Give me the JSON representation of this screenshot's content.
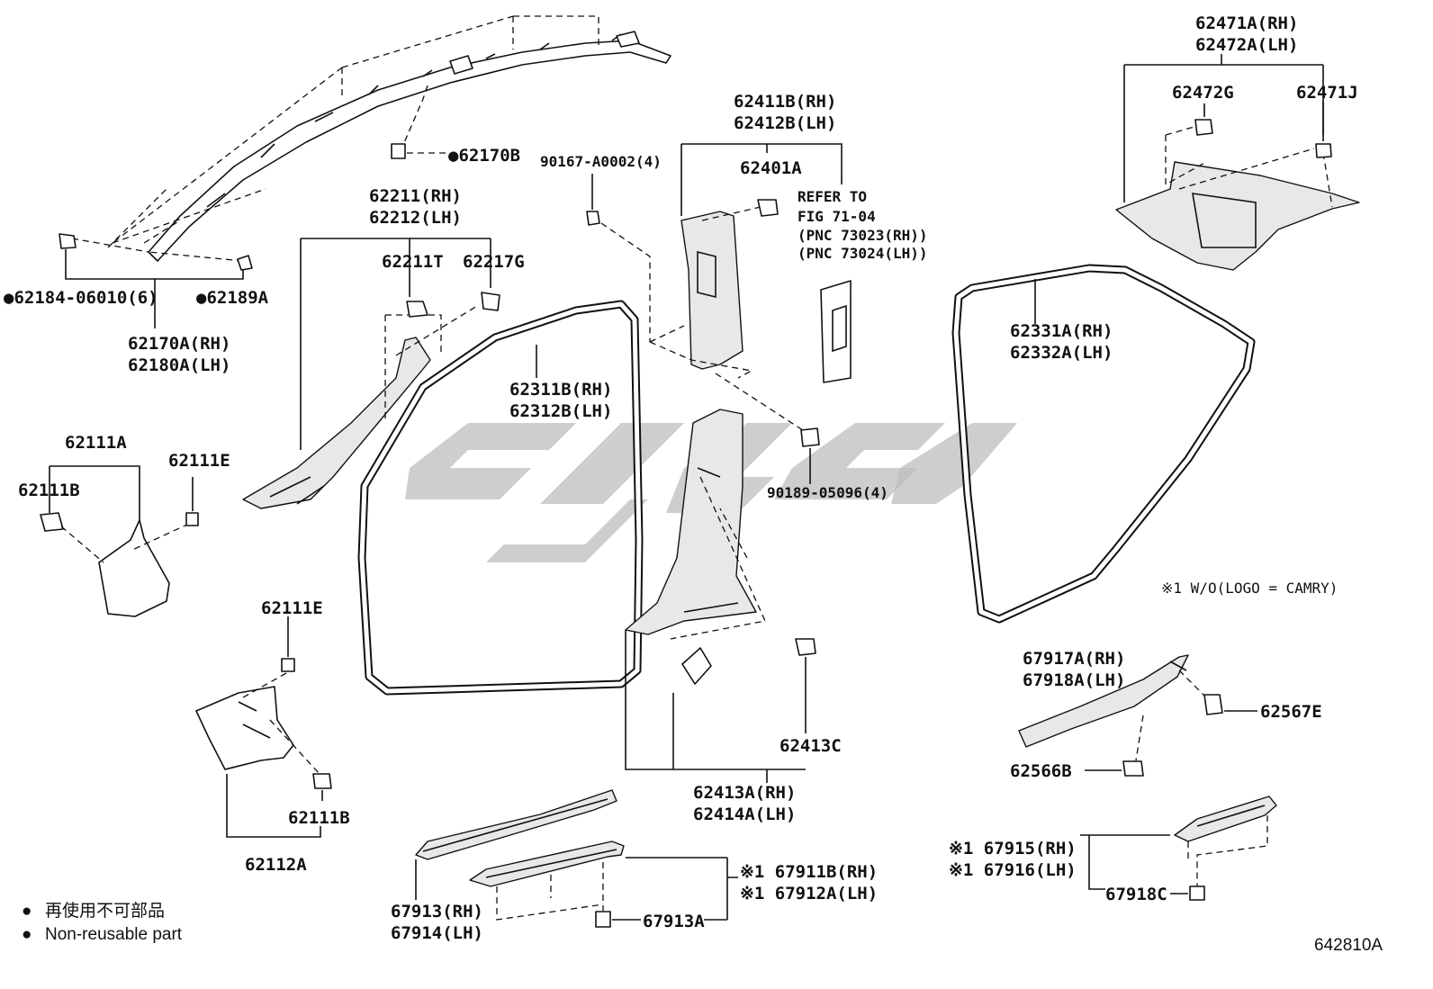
{
  "diagram_id": "642810A",
  "legend": {
    "bullet_glyph": "●",
    "text_jp": "再使用不可部品",
    "text_en": "Non-reusable part"
  },
  "note": "※1 W/O(LOGO = CAMRY)",
  "reference": {
    "line1": "REFER TO",
    "line2": "FIG 71-04",
    "line3": "(PNC 73023(RH))",
    "line4": "(PNC 73024(LH))"
  },
  "labels": {
    "p62184": "●62184-06010(6)",
    "p62189A": "●62189A",
    "p62170B": "●62170B",
    "p62170A_rh": "62170A(RH)",
    "p62180A_lh": "62180A(LH)",
    "p62211_rh": "62211(RH)",
    "p62212_lh": "62212(LH)",
    "p62211T": "62211T",
    "p62217G": "62217G",
    "p62111A": "62111A",
    "p62111B_top": "62111B",
    "p62111E_top": "62111E",
    "p62111E_mid": "62111E",
    "p62111B_low": "62111B",
    "p62112A": "62112A",
    "p90167": "90167-A0002(4)",
    "p62311B_rh": "62311B(RH)",
    "p62312B_lh": "62312B(LH)",
    "p62411B_rh": "62411B(RH)",
    "p62412B_lh": "62412B(LH)",
    "p62401A": "62401A",
    "p90189": "90189-05096(4)",
    "p62413C": "62413C",
    "p62413A_rh": "62413A(RH)",
    "p62414A_lh": "62414A(LH)",
    "p62471A_rh": "62471A(RH)",
    "p62472A_lh": "62472A(LH)",
    "p62472G": "62472G",
    "p62471J": "62471J",
    "p62331A_rh": "62331A(RH)",
    "p62332A_lh": "62332A(LH)",
    "p67917A_rh": "67917A(RH)",
    "p67918A_lh": "67918A(LH)",
    "p62567E": "62567E",
    "p62566B": "62566B",
    "p67913_rh": "67913(RH)",
    "p67914_lh": "67914(LH)",
    "p67911B_rh": "※1 67911B(RH)",
    "p67912A_lh": "※1 67912A(LH)",
    "p67913A": "67913A",
    "p67915_rh": "※1 67915(RH)",
    "p67916_lh": "※1 67916(LH)",
    "p67918C": "67918C"
  }
}
